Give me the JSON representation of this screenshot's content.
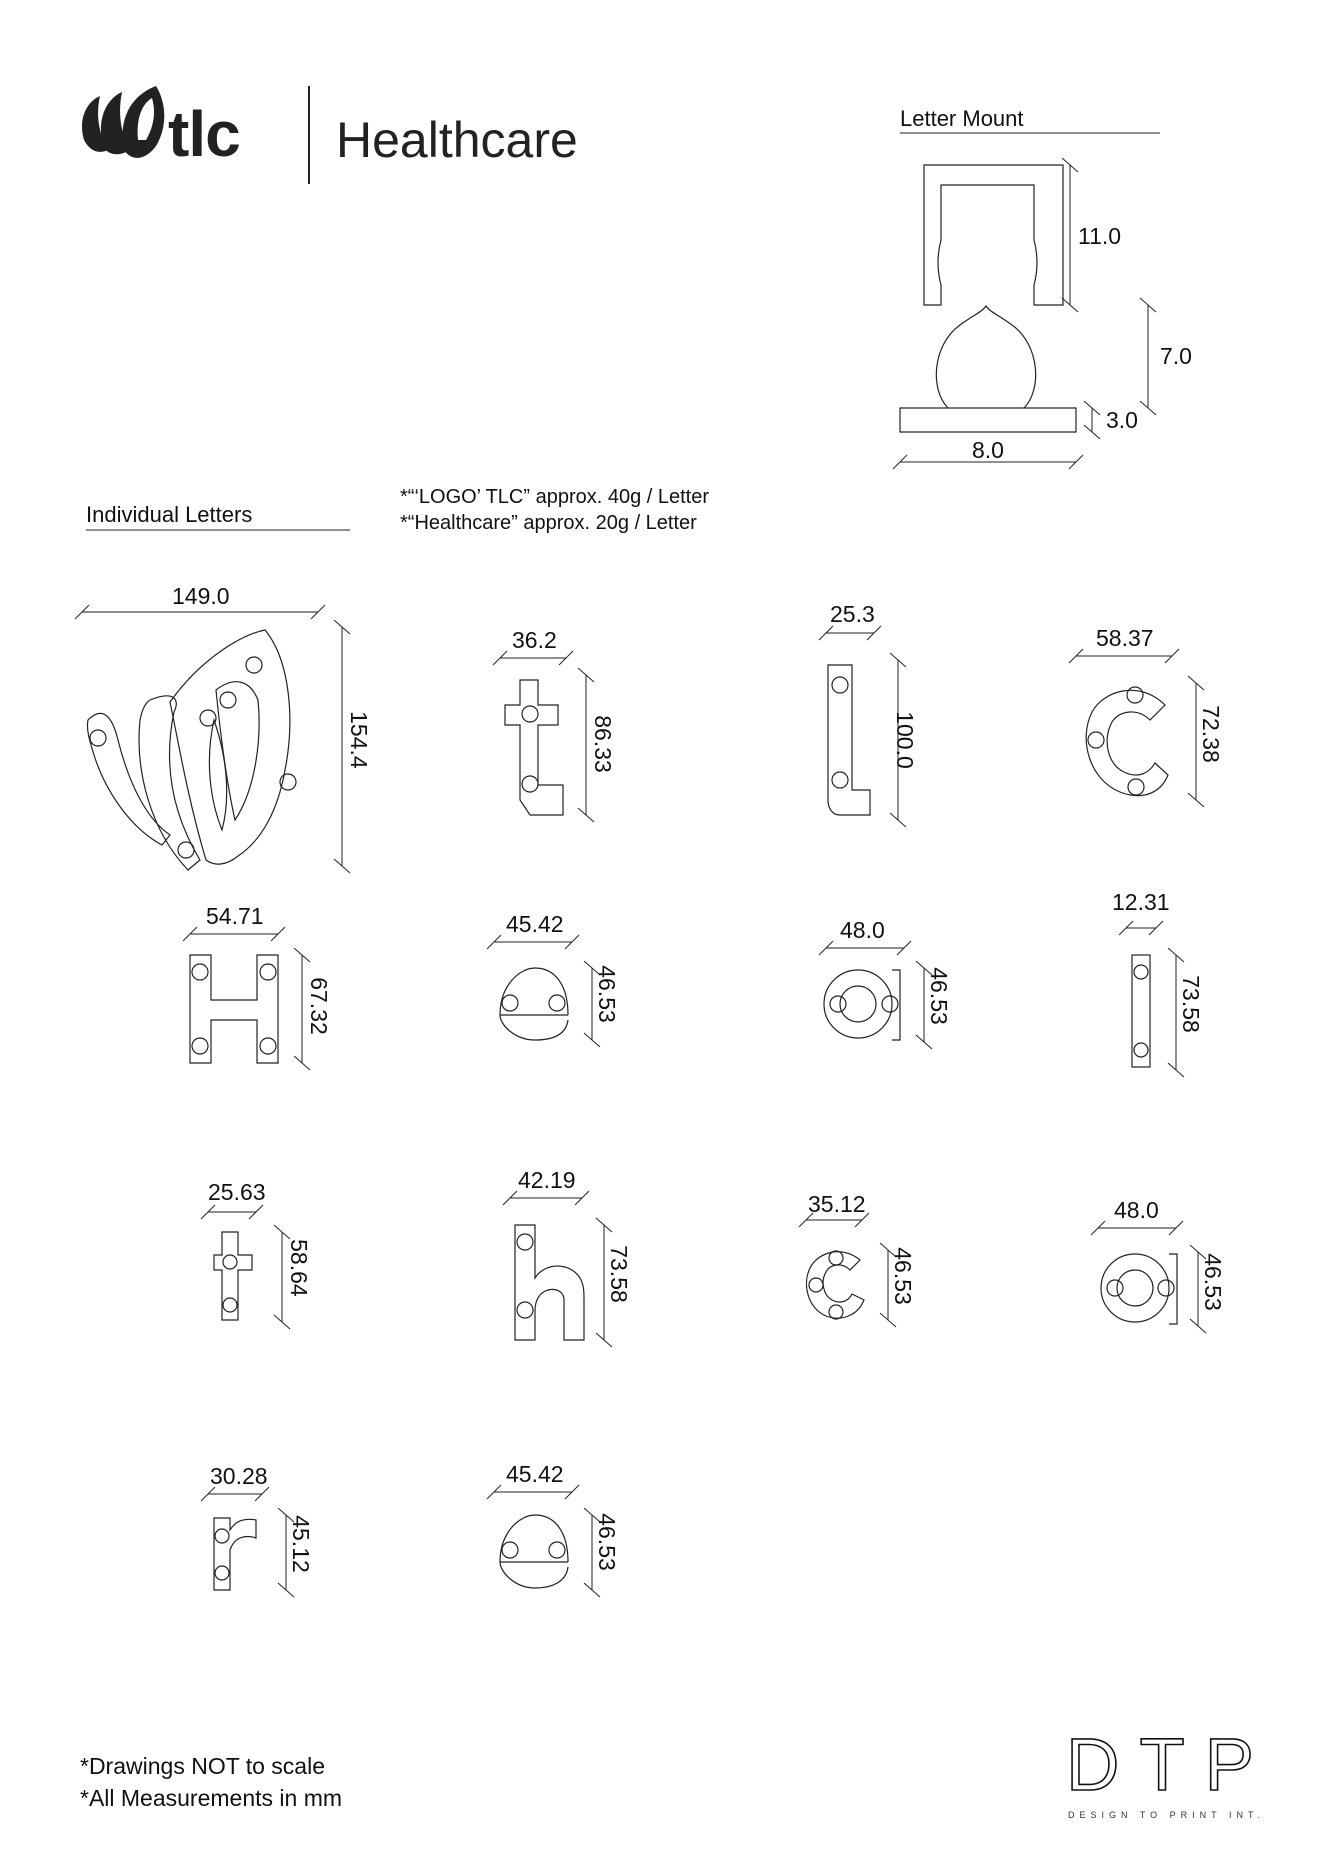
{
  "logo": {
    "brand": "tlc",
    "name": "Healthcare"
  },
  "letter_mount": {
    "title": "Letter Mount",
    "dims": {
      "top_height": "11.0",
      "bulb_height": "7.0",
      "base_height": "3.0",
      "base_width": "8.0"
    }
  },
  "individual_letters": {
    "title": "Individual Letters",
    "weight_notes": [
      "*“‘LOGO’ TLC” approx. 40g / Letter",
      "*“Healthcare” approx. 20g / Letter"
    ],
    "items": [
      {
        "glyph": "logo",
        "width": "149.0",
        "height": "154.4"
      },
      {
        "glyph": "t",
        "width": "36.2",
        "height": "86.33"
      },
      {
        "glyph": "l",
        "width": "25.3",
        "height": "100.0"
      },
      {
        "glyph": "c",
        "width": "58.37",
        "height": "72.38"
      },
      {
        "glyph": "H",
        "width": "54.71",
        "height": "67.32"
      },
      {
        "glyph": "e",
        "width": "45.42",
        "height": "46.53"
      },
      {
        "glyph": "a",
        "width": "48.0",
        "height": "46.53"
      },
      {
        "glyph": "l",
        "width": "12.31",
        "height": "73.58"
      },
      {
        "glyph": "t",
        "width": "25.63",
        "height": "58.64"
      },
      {
        "glyph": "h",
        "width": "42.19",
        "height": "73.58"
      },
      {
        "glyph": "c",
        "width": "35.12",
        "height": "46.53"
      },
      {
        "glyph": "a",
        "width": "48.0",
        "height": "46.53"
      },
      {
        "glyph": "r",
        "width": "30.28",
        "height": "45.12"
      },
      {
        "glyph": "e",
        "width": "45.42",
        "height": "46.53"
      }
    ]
  },
  "footer": {
    "notes": [
      "*Drawings NOT to scale",
      "*All Measurements in mm"
    ],
    "brand_mark": "DTP",
    "brand_tagline": "DESIGN TO PRINT INT."
  }
}
